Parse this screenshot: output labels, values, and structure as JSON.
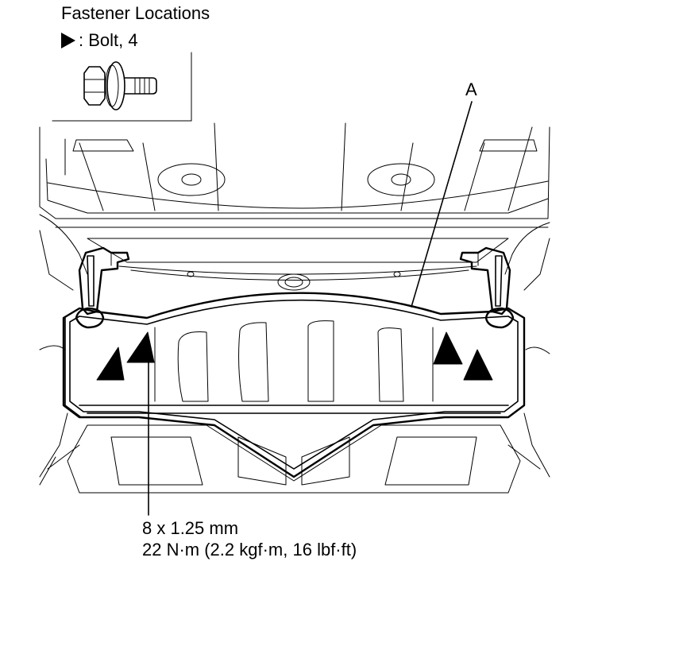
{
  "header": {
    "title": "Fastener Locations",
    "legend_symbol": "bolt-marker-icon",
    "legend_text": ": Bolt, 4"
  },
  "callouts": {
    "part_a_label": "A"
  },
  "spec": {
    "size": "8 x 1.25 mm",
    "torque": "22 N·m (2.2 kgf·m, 16 lbf·ft)"
  },
  "colors": {
    "line": "#000000",
    "background": "#ffffff"
  }
}
